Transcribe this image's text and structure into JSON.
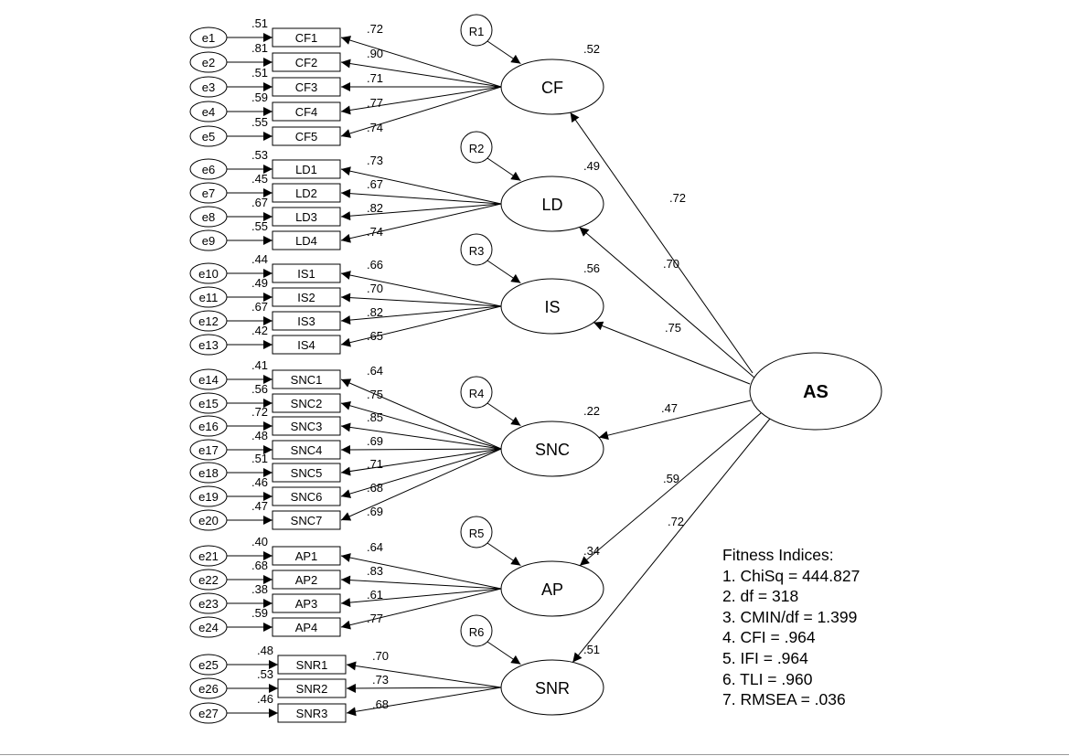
{
  "root": {
    "label": "AS"
  },
  "factors": [
    {
      "name": "CF",
      "residual": "R1",
      "r2": ".52",
      "path": ".72",
      "items": [
        {
          "name": "CF1",
          "error": "e1",
          "r2": ".51",
          "loading": ".72"
        },
        {
          "name": "CF2",
          "error": "e2",
          "r2": ".81",
          "loading": ".90"
        },
        {
          "name": "CF3",
          "error": "e3",
          "r2": ".51",
          "loading": ".71"
        },
        {
          "name": "CF4",
          "error": "e4",
          "r2": ".59",
          "loading": ".77"
        },
        {
          "name": "CF5",
          "error": "e5",
          "r2": ".55",
          "loading": ".74"
        }
      ]
    },
    {
      "name": "LD",
      "residual": "R2",
      "r2": ".49",
      "path": ".70",
      "items": [
        {
          "name": "LD1",
          "error": "e6",
          "r2": ".53",
          "loading": ".73"
        },
        {
          "name": "LD2",
          "error": "e7",
          "r2": ".45",
          "loading": ".67"
        },
        {
          "name": "LD3",
          "error": "e8",
          "r2": ".67",
          "loading": ".82"
        },
        {
          "name": "LD4",
          "error": "e9",
          "r2": ".55",
          "loading": ".74"
        }
      ]
    },
    {
      "name": "IS",
      "residual": "R3",
      "r2": ".56",
      "path": ".75",
      "items": [
        {
          "name": "IS1",
          "error": "e10",
          "r2": ".44",
          "loading": ".66"
        },
        {
          "name": "IS2",
          "error": "e11",
          "r2": ".49",
          "loading": ".70"
        },
        {
          "name": "IS3",
          "error": "e12",
          "r2": ".67",
          "loading": ".82"
        },
        {
          "name": "IS4",
          "error": "e13",
          "r2": ".42",
          "loading": ".65"
        }
      ]
    },
    {
      "name": "SNC",
      "residual": "R4",
      "r2": ".22",
      "path": ".47",
      "items": [
        {
          "name": "SNC1",
          "error": "e14",
          "r2": ".41",
          "loading": ".64"
        },
        {
          "name": "SNC2",
          "error": "e15",
          "r2": ".56",
          "loading": ".75"
        },
        {
          "name": "SNC3",
          "error": "e16",
          "r2": ".72",
          "loading": ".85"
        },
        {
          "name": "SNC4",
          "error": "e17",
          "r2": ".48",
          "loading": ".69"
        },
        {
          "name": "SNC5",
          "error": "e18",
          "r2": ".51",
          "loading": ".71"
        },
        {
          "name": "SNC6",
          "error": "e19",
          "r2": ".46",
          "loading": ".68"
        },
        {
          "name": "SNC7",
          "error": "e20",
          "r2": ".47",
          "loading": ".69"
        }
      ]
    },
    {
      "name": "AP",
      "residual": "R5",
      "r2": ".34",
      "path": ".59",
      "items": [
        {
          "name": "AP1",
          "error": "e21",
          "r2": ".40",
          "loading": ".64"
        },
        {
          "name": "AP2",
          "error": "e22",
          "r2": ".68",
          "loading": ".83"
        },
        {
          "name": "AP3",
          "error": "e23",
          "r2": ".38",
          "loading": ".61"
        },
        {
          "name": "AP4",
          "error": "e24",
          "r2": ".59",
          "loading": ".77"
        }
      ]
    },
    {
      "name": "SNR",
      "residual": "R6",
      "r2": ".51",
      "path": ".72",
      "items": [
        {
          "name": "SNR1",
          "error": "e25",
          "r2": ".48",
          "loading": ".70"
        },
        {
          "name": "SNR2",
          "error": "e26",
          "r2": ".53",
          "loading": ".73"
        },
        {
          "name": "SNR3",
          "error": "e27",
          "r2": ".46",
          "loading": ".68"
        }
      ]
    }
  ],
  "fit": {
    "title": "Fitness Indices:",
    "lines": [
      "1. ChiSq = 444.827",
      "2. df = 318",
      "3. CMIN/df = 1.399",
      "4. CFI = .964",
      "5. IFI = .964",
      "6. TLI = .960",
      "7. RMSEA = .036"
    ]
  }
}
